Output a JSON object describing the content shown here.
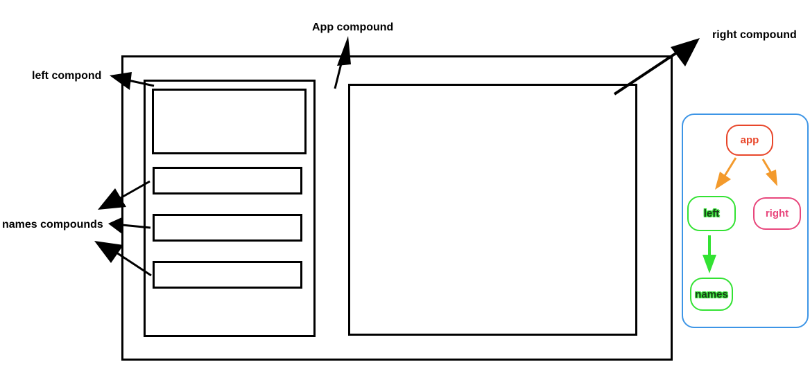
{
  "labels": {
    "app": "App compound",
    "left": "left compond",
    "right": "right  compound",
    "names": "names compounds"
  },
  "tree": {
    "app": "app",
    "left": "left",
    "right": "right",
    "names": "names"
  },
  "colors": {
    "wireframe": "#000000",
    "panel_border": "#3d95e6",
    "app_node": "#e8462a",
    "right_node": "#e8467c",
    "left_node": "#33e233",
    "names_node": "#33e233",
    "orange_arrow": "#f39a2c",
    "green_arrow": "#33e233"
  }
}
